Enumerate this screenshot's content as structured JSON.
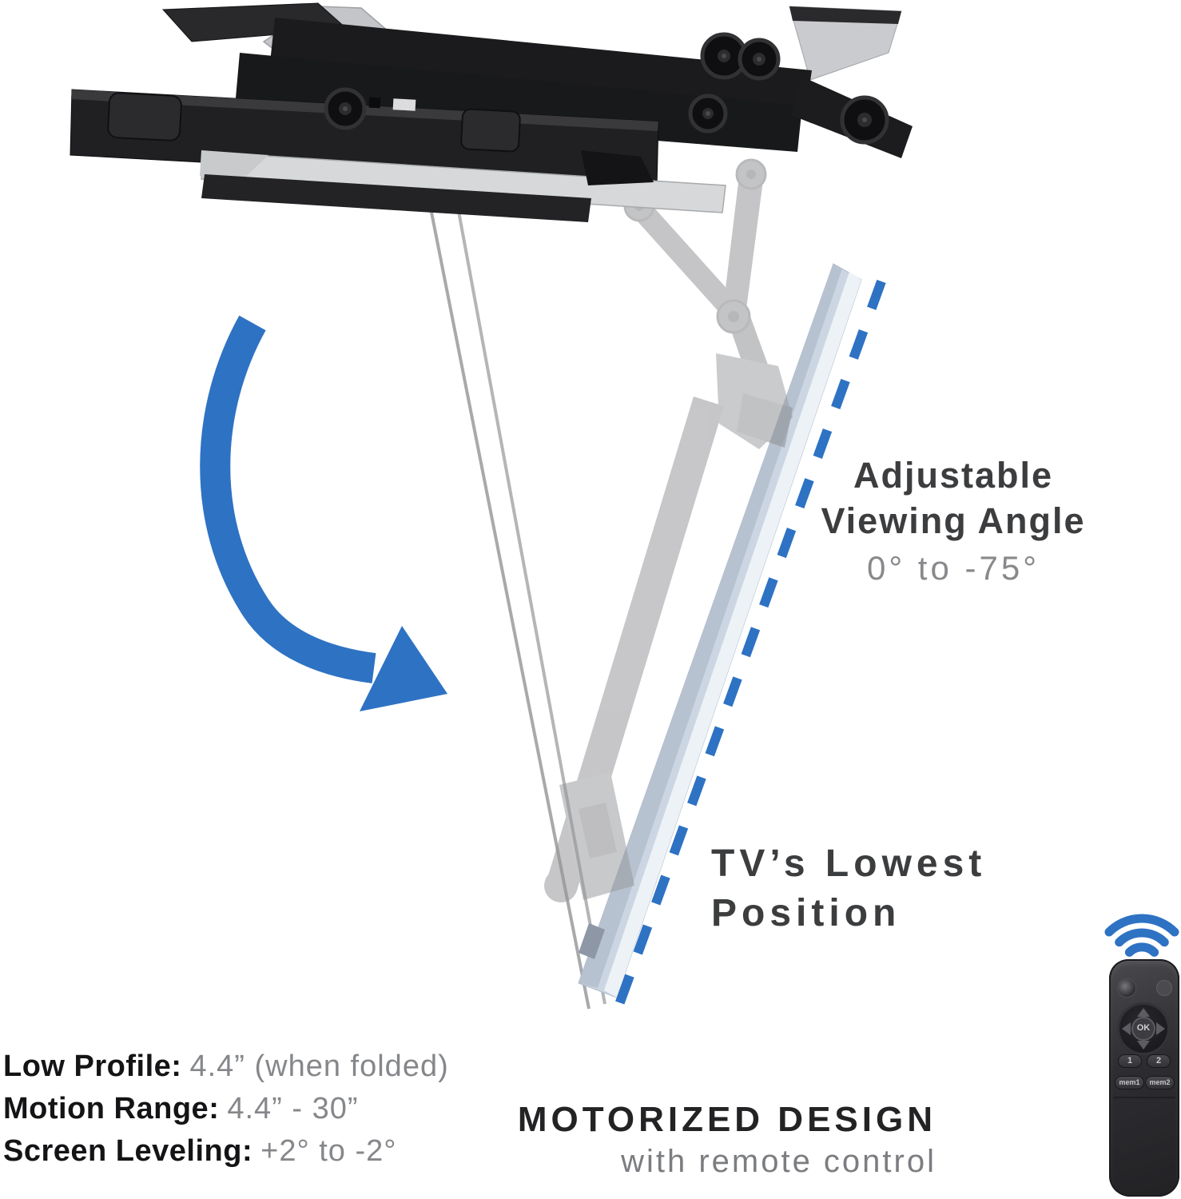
{
  "page": {
    "background": "#ffffff"
  },
  "colors": {
    "accent_blue": "#2e72c3",
    "heading_dark": "#3c3d3f",
    "text_muted": "#85878a",
    "label_black": "#141416",
    "feature_dark": "#232325",
    "tv_panel_blue": "#ccd6e3",
    "mount_black": "#1b1b1d",
    "ghost_gray": "#919295"
  },
  "callouts": {
    "viewing_angle": {
      "line1": "Adjustable",
      "line2": "Viewing Angle",
      "value": "0° to -75°"
    },
    "lowest_position": {
      "line1": "TV’s Lowest",
      "line2": "Position"
    }
  },
  "specs": {
    "items": [
      {
        "label": "Low Profile:",
        "value": "4.4” (when folded)"
      },
      {
        "label": "Motion Range:",
        "value": "4.4” - 30”"
      },
      {
        "label": "Screen Leveling:",
        "value": "+2° to -2°"
      }
    ]
  },
  "feature": {
    "title": "MOTORIZED DESIGN",
    "subtitle": "with remote control"
  },
  "remote": {
    "ok_label": "OK",
    "button_1_label": "1",
    "button_2_label": "2",
    "mem_1_label": "mem1",
    "mem_2_label": "mem2"
  },
  "icons": {
    "wireless": "wifi-signal-icon",
    "rotation": "curved-arrow-icon",
    "tilt_guide": "dashed-tilt-line"
  }
}
